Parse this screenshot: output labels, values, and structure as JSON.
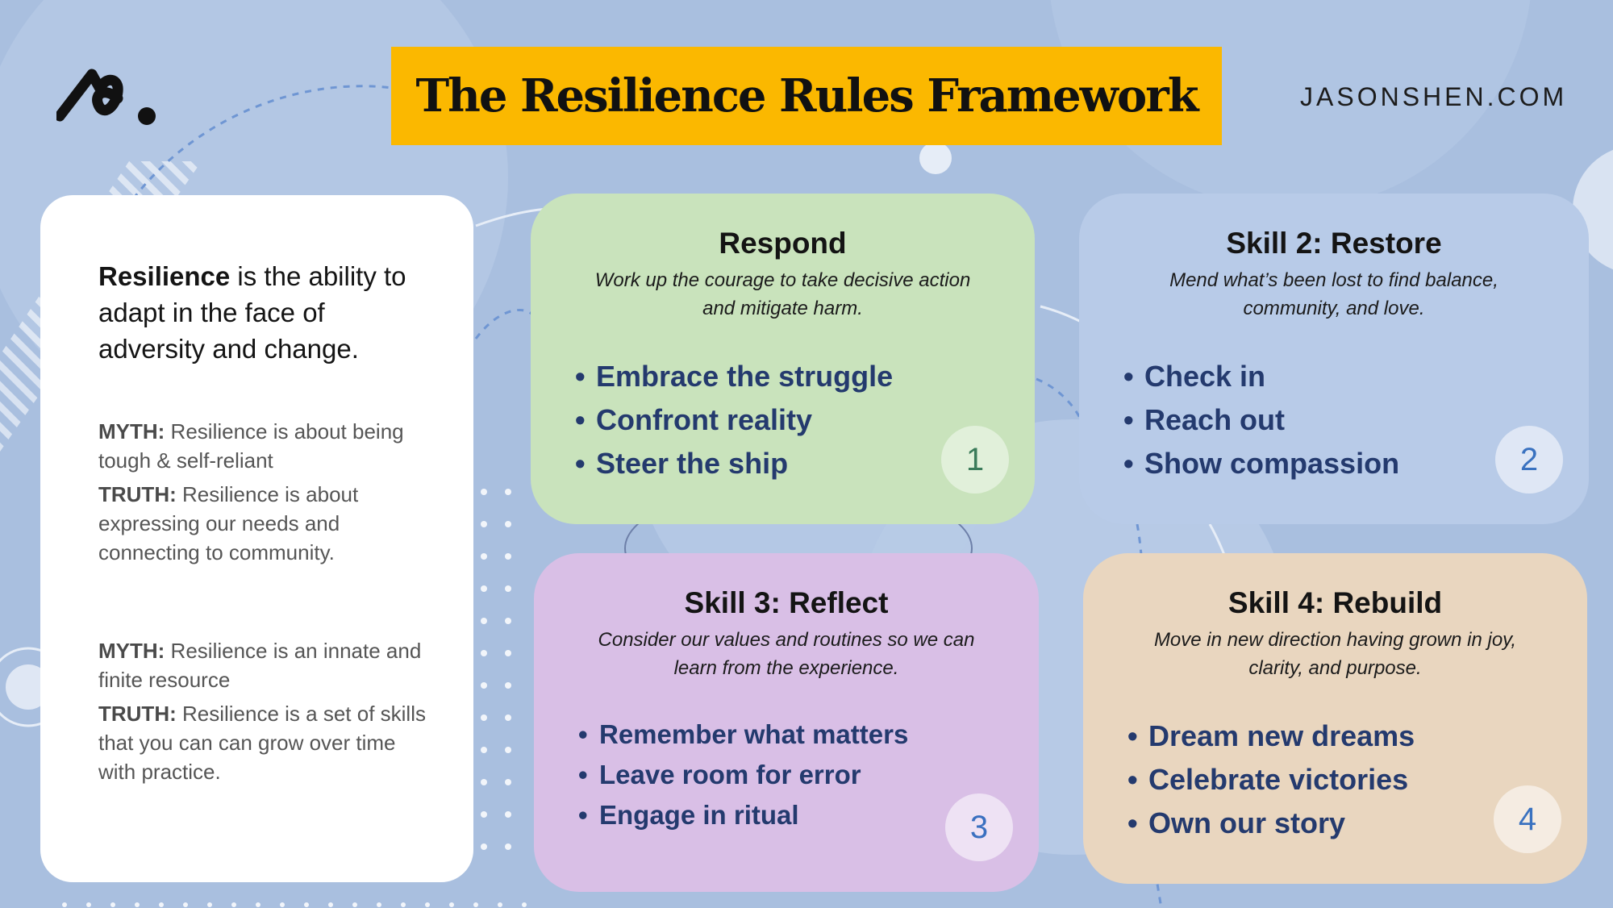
{
  "header": {
    "title": "The Resilience Rules Framework",
    "site": "JASONSHEN.COM",
    "logo_icon": "jason-shen-signature-logo"
  },
  "info": {
    "definition_bold": "Resilience",
    "definition_rest": " is the ability to adapt in the face of adversity and change.",
    "myths": [
      {
        "myth_label": "MYTH:",
        "myth_text": " Resilience is about being tough & self-reliant",
        "truth_label": "TRUTH:",
        "truth_text": " Resilience is about expressing our needs and connecting to community."
      },
      {
        "myth_label": "MYTH:",
        "myth_text": " Resilience is an innate and finite resource",
        "truth_label": "TRUTH:",
        "truth_text": " Resilience is a set of skills that you can can grow over time with practice."
      }
    ]
  },
  "skills": [
    {
      "title": "Respond",
      "desc": "Work up the courage to take decisive action and mitigate harm.",
      "items": [
        "Embrace the struggle",
        "Confront reality",
        "Steer the ship"
      ],
      "number": "1",
      "color": "#c9e3bc"
    },
    {
      "title": "Skill 2: Restore",
      "desc": "Mend what’s been lost to find balance, community, and love.",
      "items": [
        "Check in",
        "Reach out",
        "Show compassion"
      ],
      "number": "2",
      "color": "#b8cbe8"
    },
    {
      "title": "Skill 3: Reflect",
      "desc": "Consider our values and routines so we can learn from the experience.",
      "items": [
        "Remember what matters",
        "Leave room for error",
        "Engage in ritual"
      ],
      "number": "3",
      "color": "#d9bfe6"
    },
    {
      "title": "Skill 4: Rebuild",
      "desc": "Move in new direction having grown in joy, clarity, and purpose.",
      "items": [
        "Dream new dreams",
        "Celebrate victories",
        "Own our story"
      ],
      "number": "4",
      "color": "#e9d6bf"
    }
  ],
  "bullet_char": "•",
  "colors": {
    "background": "#a9bfdf",
    "banner": "#fbb800",
    "item_text": "#243a6e"
  }
}
